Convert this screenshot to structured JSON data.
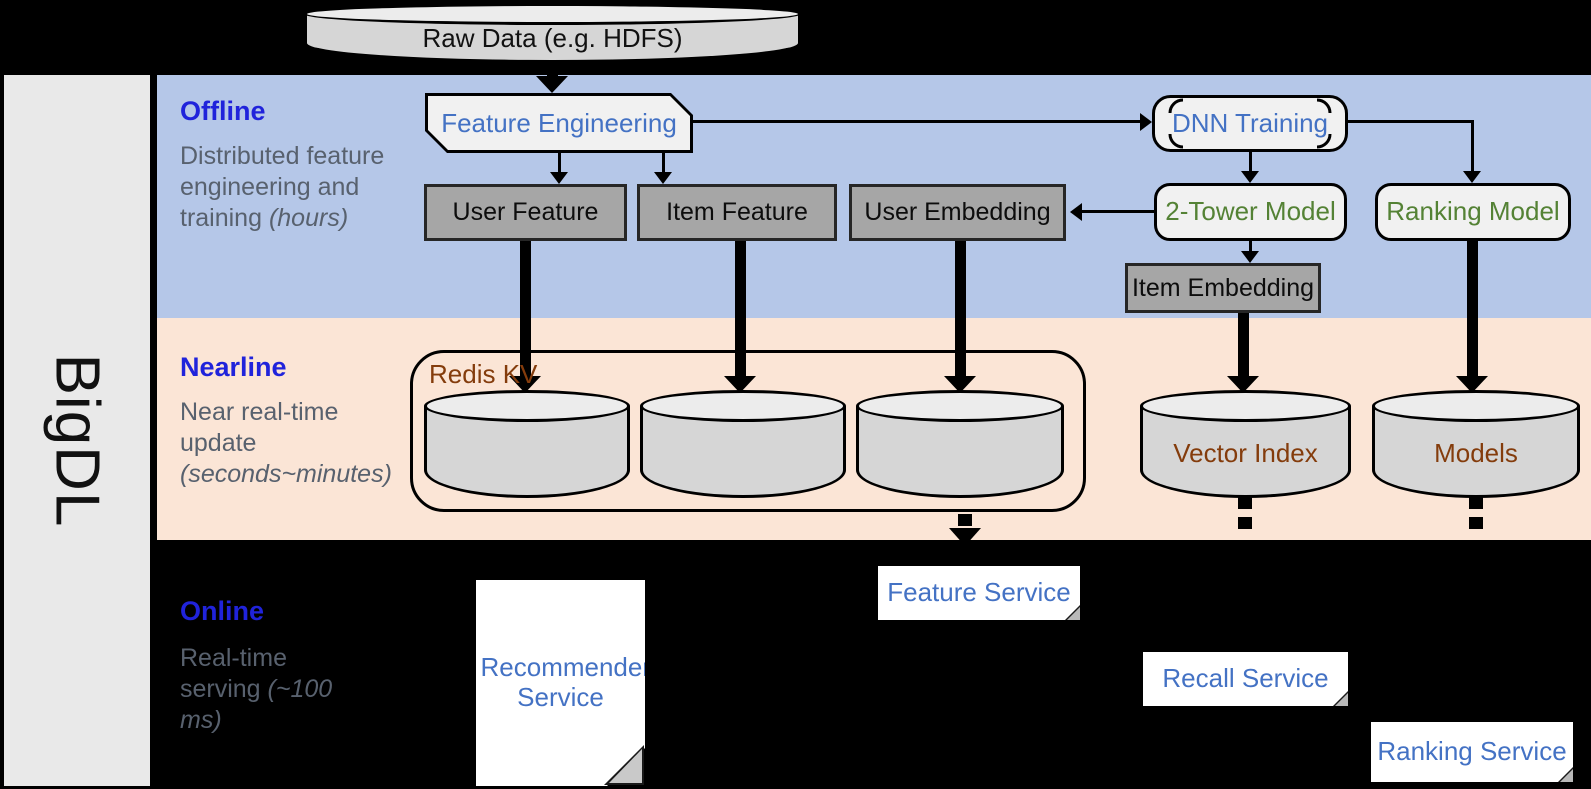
{
  "brand": {
    "label": "BigDL"
  },
  "raw_data": {
    "label": "Raw Data (e.g. HDFS)"
  },
  "sections": {
    "offline": {
      "title": "Offline",
      "desc": "Distributed feature engineering and training",
      "note": "(hours)"
    },
    "nearline": {
      "title": "Nearline",
      "desc": "Near real-time update",
      "note": "(seconds~minutes)"
    },
    "online": {
      "title": "Online",
      "desc": "Real-time serving",
      "note": "(~100 ms)"
    }
  },
  "offline": {
    "feature_engineering": "Feature Engineering",
    "dnn_training": "DNN Training",
    "user_feature": "User Feature",
    "item_feature": "Item Feature",
    "user_embedding": "User Embedding",
    "item_embedding": "Item Embedding",
    "two_tower_model": "2-Tower Model",
    "ranking_model": "Ranking Model"
  },
  "nearline": {
    "redis_kv": "Redis KV",
    "vector_index": "Vector Index",
    "models": "Models"
  },
  "online": {
    "recommender_service": "Recommender Service",
    "feature_service": "Feature Service",
    "recall_service": "Recall Service",
    "ranking_service": "Ranking Service"
  },
  "colors": {
    "offline_band": "#b5c7e8",
    "nearline_band": "#fbe5d6",
    "online_band": "#000000",
    "section_title_blue": "#2023db",
    "node_blue": "#4472c4",
    "model_green": "#548235",
    "store_brown": "#843c0c",
    "gray_box": "#a6a6a6"
  }
}
